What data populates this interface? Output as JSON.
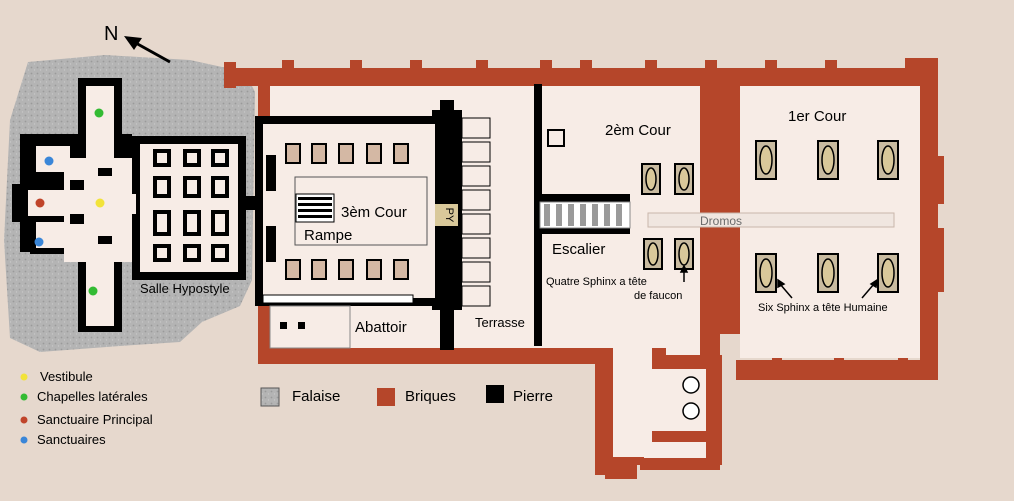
{
  "colors": {
    "background": "#e6d8cd",
    "brick": "#b5462a",
    "stone": "#000000",
    "cliff": "#b4b4b4",
    "floor": "#f7ece6",
    "dot_vestibule": "#f2e33a",
    "dot_chapels": "#33bb33",
    "dot_principal": "#c0442a",
    "dot_sanctuaries": "#3a86d8"
  },
  "compass": {
    "label": "N"
  },
  "rooms": {
    "court1": "1er Cour",
    "court2": "2èm Cour",
    "court3": "3èm Cour",
    "ramp": "Rampe",
    "dromos": "Dromos",
    "staircase": "Escalier",
    "hypostyle": "Salle Hypostyle",
    "slaughterhouse": "Abattoir",
    "terrace": "Terrasse",
    "pylon": "PY"
  },
  "annotations": {
    "falcon_sphinx_line1": "Quatre Sphinx a tête",
    "falcon_sphinx_line2": "de faucon",
    "human_sphinx": "Six Sphinx a tête Humaine"
  },
  "legend_dots": [
    {
      "label": "Vestibule",
      "icon": "yellow-dot"
    },
    {
      "label": "Chapelles latérales",
      "icon": "green-dot"
    },
    {
      "label": "Sanctuaire Principal",
      "icon": "red-dot"
    },
    {
      "label": "Sanctuaires",
      "icon": "blue-dot"
    }
  ],
  "legend_materials": [
    {
      "label": "Falaise",
      "icon": "gray-swatch"
    },
    {
      "label": "Briques",
      "icon": "brick-swatch"
    },
    {
      "label": "Pierre",
      "icon": "black-swatch"
    }
  ]
}
